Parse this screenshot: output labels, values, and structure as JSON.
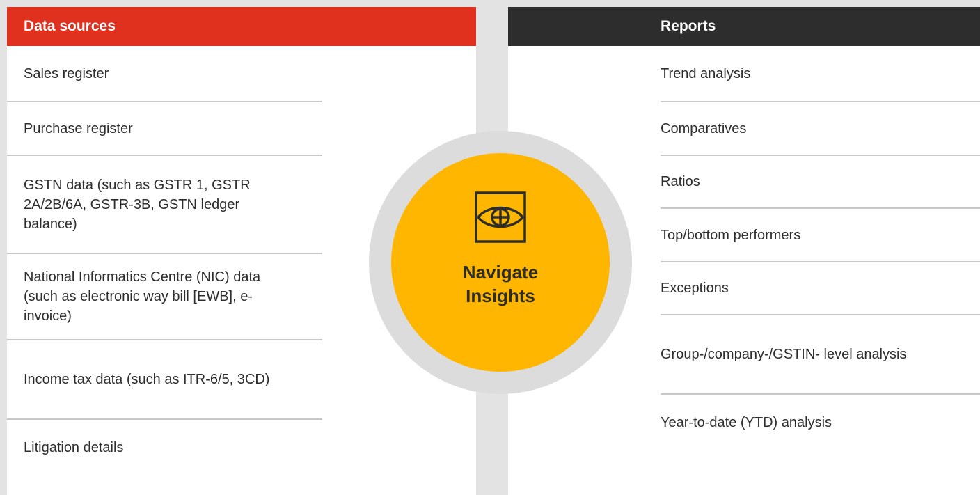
{
  "left": {
    "title": "Data sources",
    "items": [
      "Sales register",
      "Purchase register",
      "GSTN data (such as GSTR 1, GSTR 2A/2B/6A, GSTR-3B, GSTN ledger balance)",
      "National Informatics Centre (NIC) data (such as electronic way bill [EWB], e-invoice)",
      "Income tax data (such as ITR-6/5, 3CD)",
      "Litigation details"
    ]
  },
  "right": {
    "title": "Reports",
    "items": [
      "Trend analysis",
      "Comparatives",
      "Ratios",
      "Top/bottom performers",
      "Exceptions",
      "Group-/company-/GSTIN- level analysis",
      "Year-to-date (YTD) analysis"
    ]
  },
  "center": {
    "label": "Navigate Insights",
    "icon": "eye-crosshair-icon"
  },
  "colors": {
    "left_header": "#e0301e",
    "right_header": "#2d2d2d",
    "center_circle": "#ffb600",
    "ring": "#dcdcdc"
  }
}
